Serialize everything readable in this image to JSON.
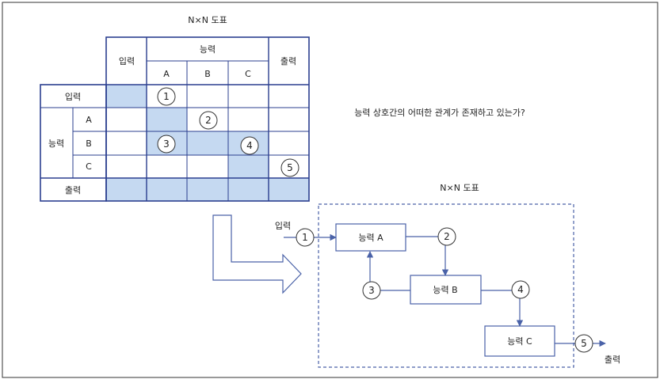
{
  "matrix": {
    "title": "N×N 도표",
    "header_input": "입력",
    "header_ability": "능력",
    "header_output": "출력",
    "col_a": "A",
    "col_b": "B",
    "col_c": "C",
    "row_input": "입력",
    "row_ability": "능력",
    "row_a": "A",
    "row_b": "B",
    "row_c": "C",
    "row_output": "출력",
    "marks": [
      "1",
      "2",
      "3",
      "4",
      "5"
    ]
  },
  "question": "능력 상호간의 어떠한 관계가 존재하고 있는가?",
  "flow": {
    "title": "N×N 도표",
    "input_label": "입력",
    "output_label": "출력",
    "box_a": "능력 A",
    "box_b": "능력 B",
    "box_c": "능력 C",
    "marks": [
      "1",
      "2",
      "3",
      "4",
      "5"
    ]
  },
  "colors": {
    "line": "#2b3f8f",
    "fill": "#c5d9f1",
    "flow_line": "#4a62a8"
  }
}
